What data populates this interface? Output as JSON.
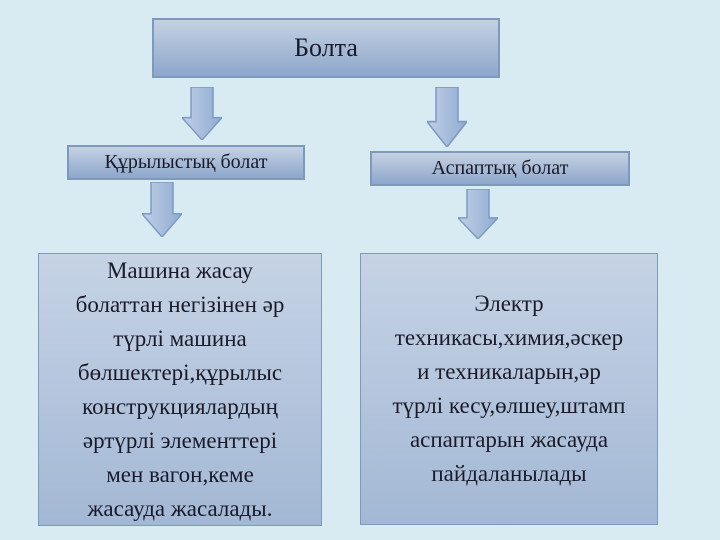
{
  "diagram": {
    "title": {
      "label": "Болта"
    },
    "branches": [
      {
        "label": "Құрылыстық болат",
        "description": "Машина жасау\nболаттан негізінен әр\nтүрлі машина\nбөлшектері,құрылыс\nконструкциялардың\nәртүрлі элементтері\nмен вагон,кеме\nжасауда жасалады."
      },
      {
        "label": "Аспаптық болат",
        "description": "Электр\nтехникасы,химия,әскер\nи техникаларын,әр\nтүрлі кесу,өлшеу,штамп\nаспаптарын жасауда\nпайдаланылады"
      }
    ],
    "icons": {
      "arrow": "down-block-arrow"
    },
    "colors": {
      "slide_background": "#d9ebf2",
      "box_fill_top": "#c5d1e3",
      "box_fill_bottom": "#8da7cb",
      "desc_fill_top": "#c6d3e5",
      "desc_fill_bottom": "#a3b8d5",
      "box_border": "#7f99bd",
      "arrow_fill_light": "#c2d0e6",
      "arrow_fill_dark": "#8fabd2",
      "arrow_stroke": "#7d9ac2",
      "text": "#1a1a28"
    }
  }
}
